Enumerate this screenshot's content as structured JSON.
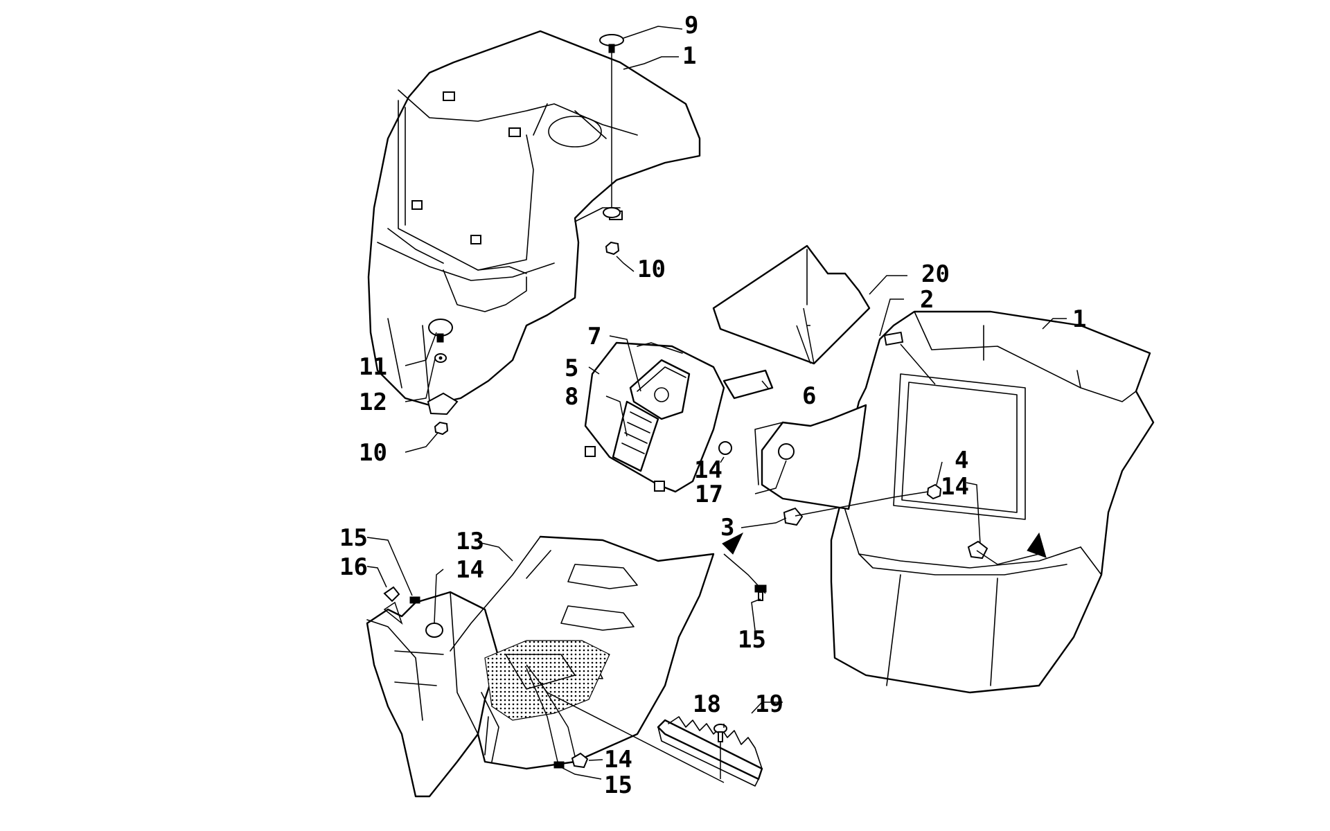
{
  "callouts": [
    {
      "id": "c-9",
      "text": "9"
    },
    {
      "id": "c-1a",
      "text": "1"
    },
    {
      "id": "c-10a",
      "text": "10"
    },
    {
      "id": "c-20",
      "text": "20"
    },
    {
      "id": "c-2",
      "text": "2"
    },
    {
      "id": "c-1b",
      "text": "1"
    },
    {
      "id": "c-7",
      "text": "7"
    },
    {
      "id": "c-5",
      "text": "5"
    },
    {
      "id": "c-6",
      "text": "6"
    },
    {
      "id": "c-8",
      "text": "8"
    },
    {
      "id": "c-11",
      "text": "11"
    },
    {
      "id": "c-12",
      "text": "12"
    },
    {
      "id": "c-10b",
      "text": "10"
    },
    {
      "id": "c-14a",
      "text": "14"
    },
    {
      "id": "c-17",
      "text": "17"
    },
    {
      "id": "c-4",
      "text": "4"
    },
    {
      "id": "c-14b",
      "text": "14"
    },
    {
      "id": "c-3",
      "text": "3"
    },
    {
      "id": "c-15a",
      "text": "15"
    },
    {
      "id": "c-16",
      "text": "16"
    },
    {
      "id": "c-13",
      "text": "13"
    },
    {
      "id": "c-14c",
      "text": "14"
    },
    {
      "id": "c-15b",
      "text": "15"
    },
    {
      "id": "c-18",
      "text": "18"
    },
    {
      "id": "c-19",
      "text": "19"
    },
    {
      "id": "c-14d",
      "text": "14"
    },
    {
      "id": "c-15c",
      "text": "15"
    }
  ]
}
